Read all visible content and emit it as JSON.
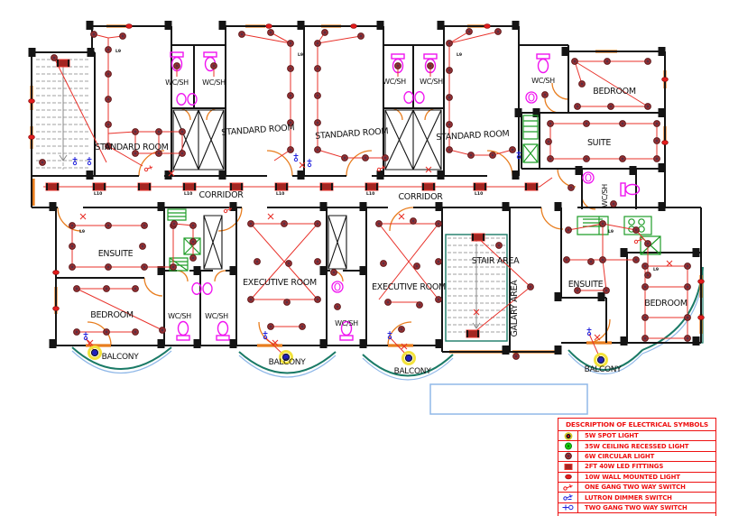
{
  "legend": {
    "title": "DESCRIPTION OF ELECTRICAL SYMBOLS",
    "items": [
      {
        "icon": "spot-light-icon",
        "label": "5W SPOT LIGHT"
      },
      {
        "icon": "ceiling-recessed-light-icon",
        "label": "35W CEILING RECESSED LIGHT"
      },
      {
        "icon": "circular-light-icon",
        "label": "6W CIRCULAR LIGHT"
      },
      {
        "icon": "led-fitting-icon",
        "label": "2FT 40W LED FITTINGS"
      },
      {
        "icon": "wall-mounted-light-icon",
        "label": "10W WALL MOUNTED LIGHT"
      },
      {
        "icon": "one-gang-switch-icon",
        "label": "ONE GANG TWO WAY SWITCH"
      },
      {
        "icon": "dimmer-switch-icon",
        "label": "LUTRON DIMMER SWITCH"
      },
      {
        "icon": "two-gang-switch-icon",
        "label": "TWO GANG TWO WAY SWITCH"
      }
    ]
  },
  "rooms": [
    {
      "label": "STANDARD ROOM"
    },
    {
      "label": "STANDARD ROOM"
    },
    {
      "label": "STANDARD ROOM"
    },
    {
      "label": "STANDARD ROOM"
    },
    {
      "label": "WC/SH"
    },
    {
      "label": "WC/SH"
    },
    {
      "label": "WC/SH"
    },
    {
      "label": "WC/SH"
    },
    {
      "label": "WC/SH"
    },
    {
      "label": "WC/SH"
    },
    {
      "label": "BEDROOM"
    },
    {
      "label": "SUITE"
    },
    {
      "label": "CORRIDOR"
    },
    {
      "label": "CORRIDOR"
    },
    {
      "label": "ENSUITE"
    },
    {
      "label": "BEDROOM"
    },
    {
      "label": "WC/SH"
    },
    {
      "label": "WC/SH"
    },
    {
      "label": "EXECUTIVE ROOM"
    },
    {
      "label": "WC/SH"
    },
    {
      "label": "EXECUTIVE ROOM"
    },
    {
      "label": "STAIR AREA"
    },
    {
      "label": "GALARY AREA"
    },
    {
      "label": "ENSUITE"
    },
    {
      "label": "BEDROOM"
    },
    {
      "label": "BALCONY"
    },
    {
      "label": "BALCONY"
    },
    {
      "label": "BALCONY"
    },
    {
      "label": "BALCONY"
    }
  ],
  "tags": {
    "led_fitting": "L10",
    "light": "L9"
  },
  "colors": {
    "wiring": "#e8312a",
    "walls": "#141414",
    "plumbing_fixture": "#f014f0",
    "kitchen_fixture": "#1f9d28",
    "balcony_edge": "#1a7a66",
    "water_edge": "#90b8e8",
    "window": "#e87d1e",
    "legend_text": "#ee1111",
    "spot_center": "#2222bb",
    "spot_halo": "#f2e23c"
  }
}
